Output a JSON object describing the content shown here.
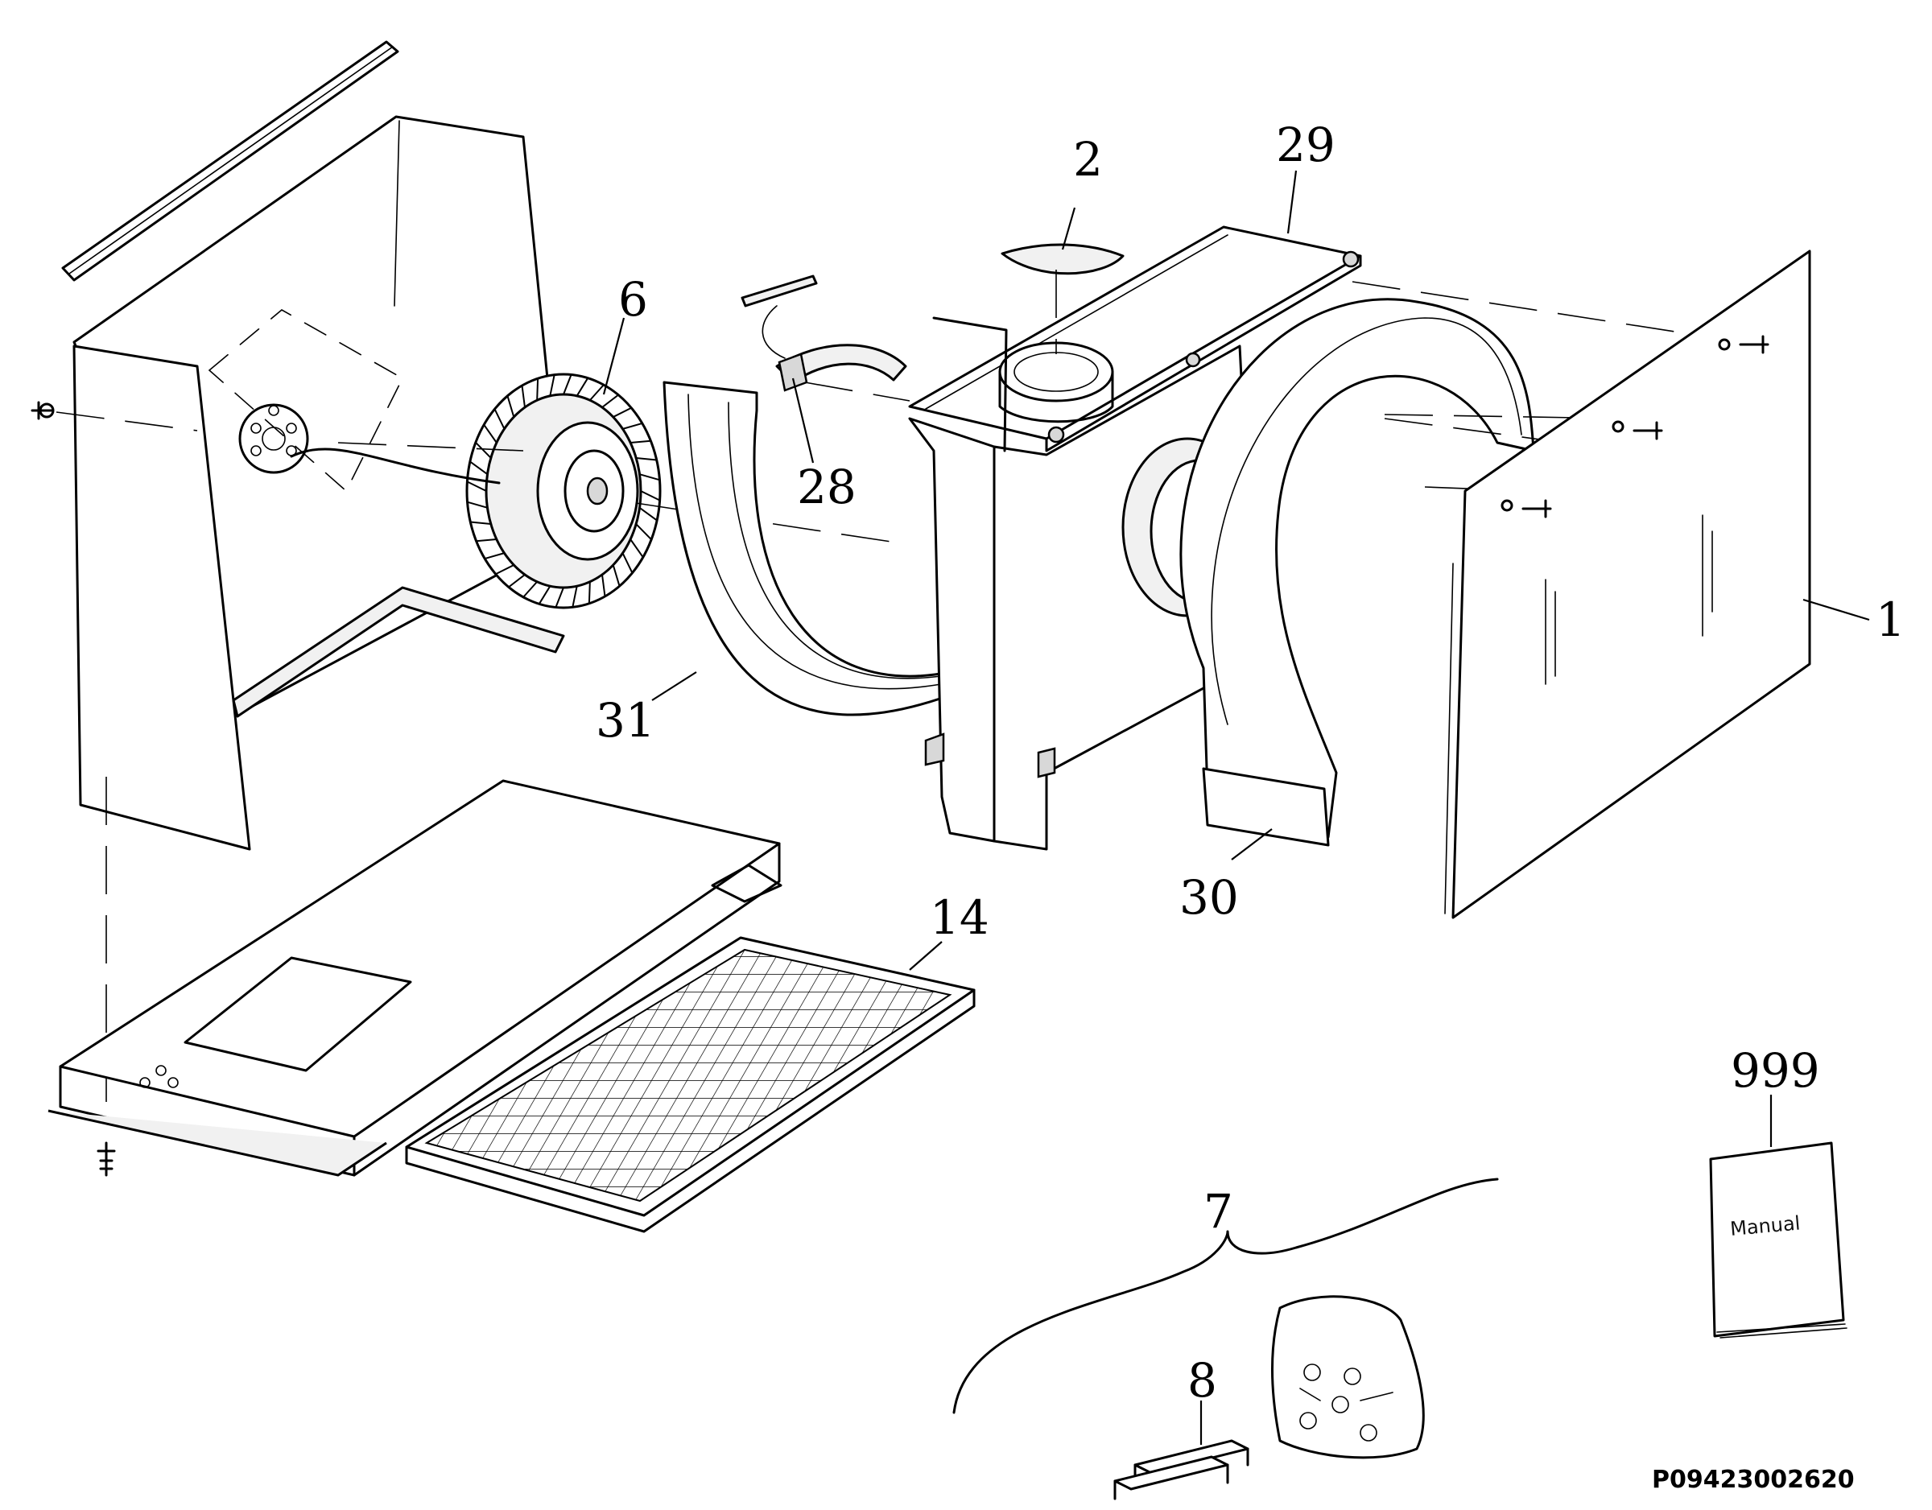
{
  "callouts": {
    "p1": "1",
    "p2": "2",
    "p6": "6",
    "p7": "7",
    "p8": "8",
    "p14": "14",
    "p28": "28",
    "p29": "29",
    "p30": "30",
    "p31": "31",
    "p999": "999"
  },
  "manual_cover_text": "Manual",
  "diagram_code": "P09423002620"
}
